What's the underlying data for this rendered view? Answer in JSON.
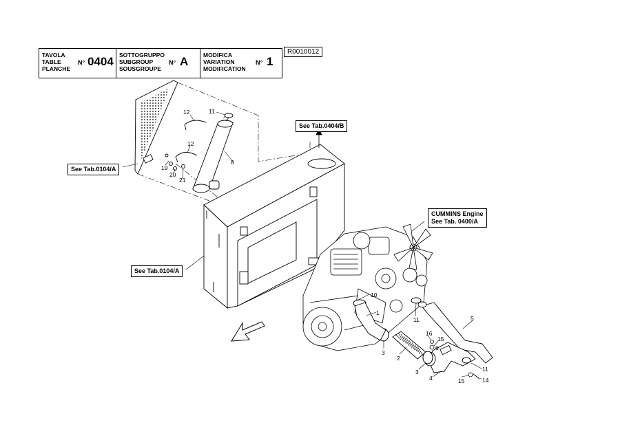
{
  "header": {
    "tavola_labels": [
      "TAVOLA",
      "TABLE",
      "PLANCHE"
    ],
    "tavola_no_label": "N°",
    "tavola_value": "0404",
    "subgroup_labels": [
      "SOTTOGRUPPO",
      "SUBGROUP",
      "SOUSGROUPE"
    ],
    "subgroup_no_label": "N°",
    "subgroup_value": "A",
    "modifica_labels": [
      "MODIFICA",
      "VARIATION",
      "MODIFICATION"
    ],
    "modifica_no_label": "N°",
    "modifica_value": "1",
    "reference_code": "R0010012"
  },
  "callouts": {
    "see_0404b": "See Tab.0404/B",
    "see_0104a_top": "See Tab.0104/A",
    "see_0104a_mid": "See Tab.0104/A",
    "cummins_line1": "CUMMINS Engine",
    "cummins_line2": "See Tab. 0400/A"
  },
  "part_numbers": {
    "p11_top": "11",
    "p12_a": "12",
    "p12_b": "12",
    "p8": "8",
    "p19": "19",
    "p20": "20",
    "p21": "21",
    "p10": "10",
    "p1": "1",
    "p3_a": "3",
    "p2": "2",
    "p3_b": "3",
    "p4": "4",
    "p16": "16",
    "p15_a": "15",
    "p6": "6",
    "p15_b": "15",
    "p14": "14",
    "p11_mid": "11",
    "p11_low": "11",
    "p5": "5"
  }
}
